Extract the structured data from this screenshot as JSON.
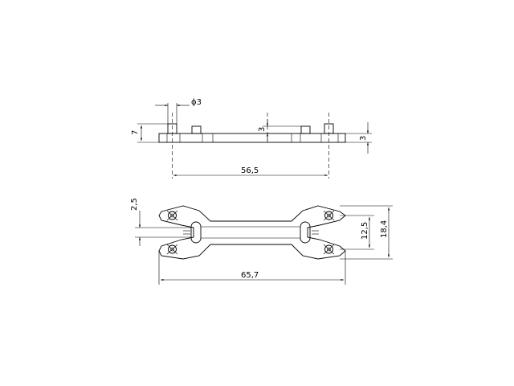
{
  "drawing": {
    "top_view": {
      "dim_hole_diameter": "ϕ3",
      "dim_total_height": "7",
      "dim_peg_height": "3",
      "dim_plate_thickness": "3",
      "dim_hole_spacing": "56,5"
    },
    "plan_view": {
      "dim_gap": "2,5",
      "dim_inner_width": "12,5",
      "dim_outer_width": "18,4",
      "dim_overall_length": "65,7"
    }
  }
}
